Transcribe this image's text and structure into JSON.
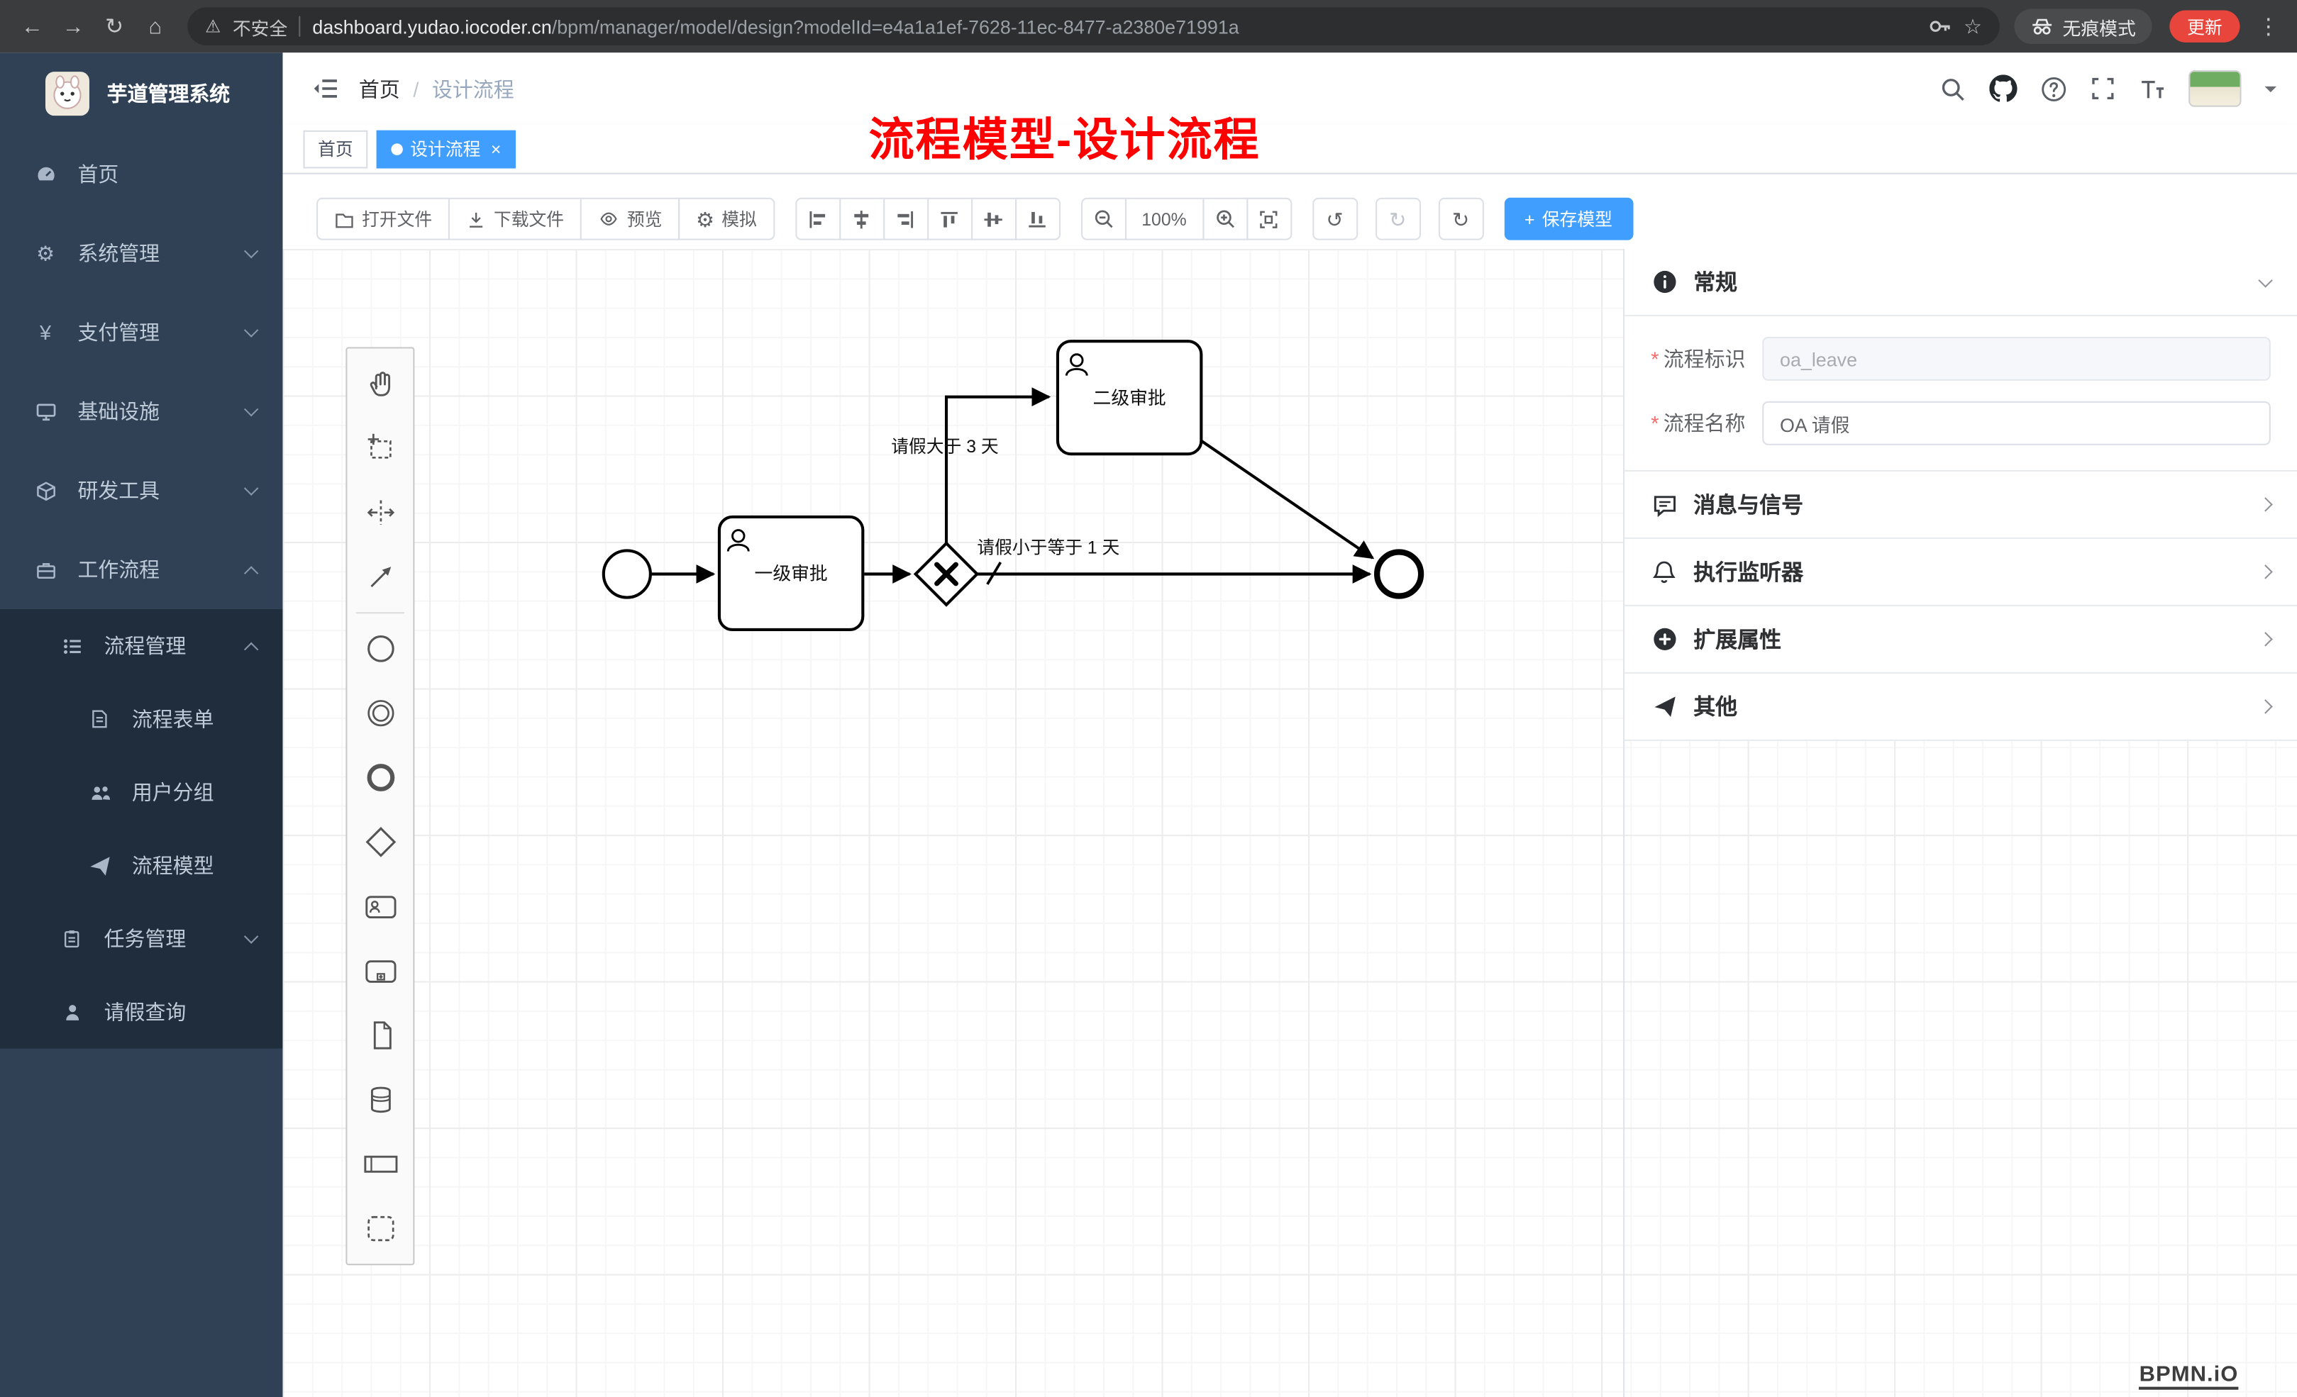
{
  "browser": {
    "security_label": "不安全",
    "url_domain": "dashboard.yudao.iocoder.cn",
    "url_path": "/bpm/manager/model/design?modelId=e4a1a1ef-7628-11ec-8477-a2380e71991a",
    "incognito_label": "无痕模式",
    "update_label": "更新"
  },
  "icons": {
    "back": "←",
    "forward": "→",
    "reload": "↻",
    "home": "⌂",
    "warning": "⚠",
    "star": "☆",
    "menu_dots": "⋮",
    "undo": "↺",
    "redo": "↻",
    "refresh": "↻",
    "close": "×",
    "gear": "⚙",
    "yen": "¥",
    "slash": "/",
    "plus": "+",
    "asterisk": "*"
  },
  "sidebar": {
    "app_title": "芋道管理系统",
    "items": [
      {
        "label": "首页"
      },
      {
        "label": "系统管理"
      },
      {
        "label": "支付管理"
      },
      {
        "label": "基础设施"
      },
      {
        "label": "研发工具"
      },
      {
        "label": "工作流程"
      },
      {
        "label": "流程管理"
      },
      {
        "label": "流程表单"
      },
      {
        "label": "用户分组"
      },
      {
        "label": "流程模型"
      },
      {
        "label": "任务管理"
      },
      {
        "label": "请假查询"
      }
    ]
  },
  "header": {
    "breadcrumb_home": "首页",
    "breadcrumb_current": "设计流程"
  },
  "tabs": {
    "home": "首页",
    "active": "设计流程"
  },
  "annotation": "流程模型-设计流程",
  "toolbar": {
    "open_file": "打开文件",
    "download_file": "下载文件",
    "preview": "预览",
    "simulate": "模拟",
    "zoom_level": "100%",
    "save_model": "保存模型"
  },
  "diagram": {
    "task1": "一级审批",
    "task2": "二级审批",
    "label_greater": "请假大于 3 天",
    "label_less_equal": "请假小于等于 1 天"
  },
  "panel": {
    "general_title": "常规",
    "process_key_label": "流程标识",
    "process_key_value": "oa_leave",
    "process_name_label": "流程名称",
    "process_name_value": "OA 请假",
    "sections": [
      {
        "label": "消息与信号"
      },
      {
        "label": "执行监听器"
      },
      {
        "label": "扩展属性"
      },
      {
        "label": "其他"
      }
    ]
  },
  "watermark": "BPMN.iO"
}
